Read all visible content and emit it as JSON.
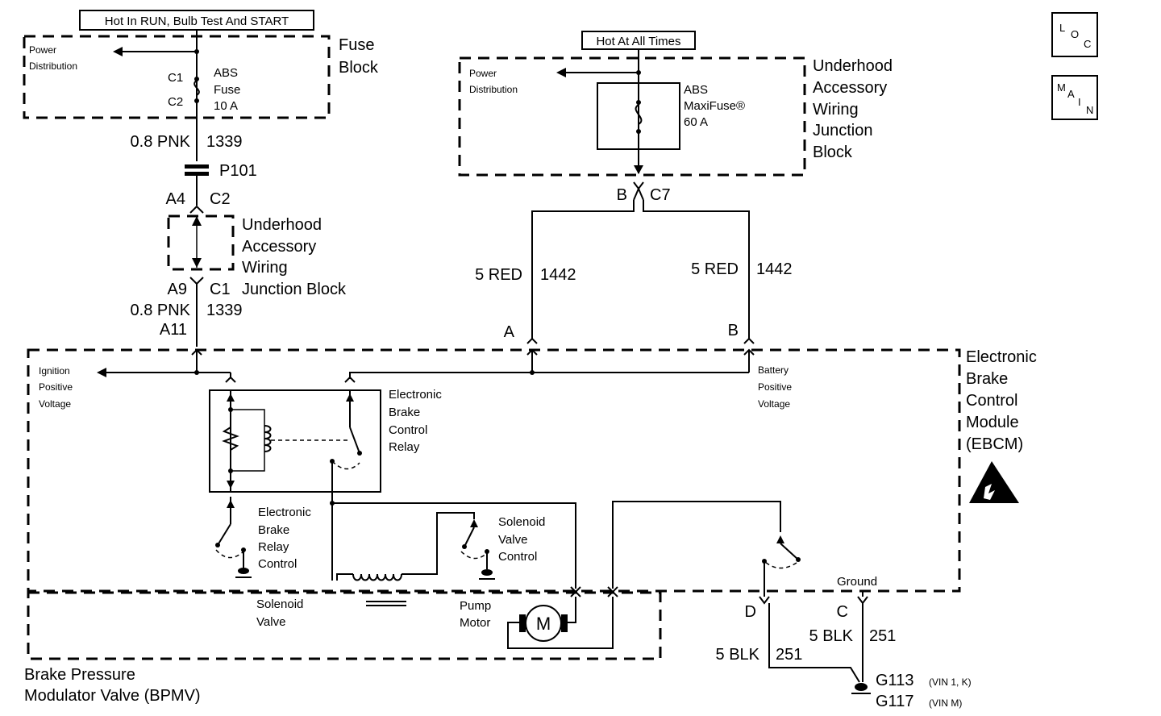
{
  "labels": {
    "hot_run": "Hot In RUN, Bulb Test And START",
    "hot_all": "Hot At All Times",
    "fuse_block_1": "Fuse",
    "fuse_block_2": "Block",
    "power_dist_1": "Power",
    "power_dist_2": "Distribution",
    "c1": "C1",
    "c2": "C2",
    "abs_fuse_1": "ABS",
    "abs_fuse_2": "Fuse",
    "abs_fuse_3": "10 A",
    "wire_08pnk": "0.8 PNK",
    "circuit_1339": "1339",
    "p101": "P101",
    "a4": "A4",
    "c2b": "C2",
    "uajb_1": "Underhood",
    "uajb_2": "Accessory",
    "uajb_3": "Wiring",
    "uajb_4": "Junction Block",
    "a9": "A9",
    "c1b": "C1",
    "wire_08pnk_b": "0.8 PNK",
    "circuit_1339_b": "1339",
    "a11": "A11",
    "power_dist_r1": "Power",
    "power_dist_r2": "Distribution",
    "maxi_1": "ABS",
    "maxi_2": "MaxiFuse®",
    "maxi_3": "60 A",
    "uajb_r1": "Underhood",
    "uajb_r2": "Accessory",
    "uajb_r3": "Wiring",
    "uajb_r4": "Junction",
    "uajb_r5": "Block",
    "b_pin": "B",
    "c7": "C7",
    "wire_5red_l": "5 RED",
    "circuit_1442_l": "1442",
    "wire_5red_r": "5 RED",
    "circuit_1442_r": "1442",
    "pin_a": "A",
    "pin_b": "B",
    "ign_1": "Ignition",
    "ign_2": "Positive",
    "ign_3": "Voltage",
    "bat_1": "Battery",
    "bat_2": "Positive",
    "bat_3": "Voltage",
    "ebcm_1": "Electronic",
    "ebcm_2": "Brake",
    "ebcm_3": "Control",
    "ebcm_4": "Module",
    "ebcm_5": "(EBCM)",
    "relay_1": "Electronic",
    "relay_2": "Brake",
    "relay_3": "Control",
    "relay_4": "Relay",
    "rc_1": "Electronic",
    "rc_2": "Brake",
    "rc_3": "Relay",
    "rc_4": "Control",
    "svc_1": "Solenoid",
    "svc_2": "Valve",
    "svc_3": "Control",
    "ground": "Ground",
    "sv_1": "Solenoid",
    "sv_2": "Valve",
    "pm_1": "Pump",
    "pm_2": "Motor",
    "motor": "M",
    "pin_d": "D",
    "pin_c": "C",
    "wire_5blk_c": "5 BLK",
    "circuit_251_c": "251",
    "wire_5blk_d": "5 BLK",
    "circuit_251_d": "251",
    "g113": "G113",
    "g113_note": "(VIN 1, K)",
    "g117": "G117",
    "g117_note": "(VIN M)",
    "bpmv_1": "Brake Pressure",
    "bpmv_2": "Modulator Valve (BPMV)"
  },
  "nav": {
    "loc_l": "L",
    "loc_o": "O",
    "loc_c": "C",
    "main_m": "M",
    "main_a": "A",
    "main_i": "I",
    "main_n": "N"
  },
  "icons": {
    "esd": "esd-warning-icon"
  }
}
